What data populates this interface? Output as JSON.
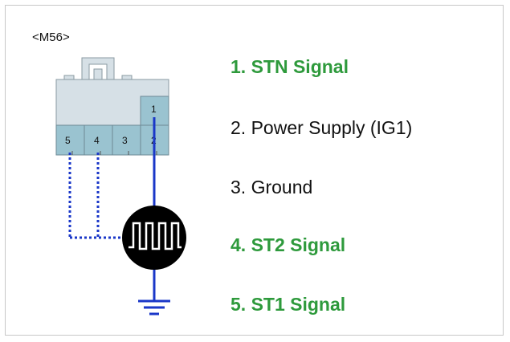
{
  "connector": {
    "label": "<M56>",
    "pins": [
      "1",
      "2",
      "3",
      "4",
      "5"
    ]
  },
  "pin_list": [
    {
      "text": "1. STN Signal",
      "highlighted": true
    },
    {
      "text": "2. Power Supply (IG1)",
      "highlighted": false
    },
    {
      "text": "3. Ground",
      "highlighted": false
    },
    {
      "text": "4. ST2 Signal",
      "highlighted": true
    },
    {
      "text": "5. ST1 Signal",
      "highlighted": true
    }
  ],
  "colors": {
    "highlight_text": "#2e9a3c",
    "wire": "#1a37c8",
    "connector_top": "#d6e0e6",
    "connector_pins": "#9ac3d0",
    "sensor_body": "#000000"
  },
  "icons": {
    "sensor": "square-wave-signal-icon",
    "ground": "ground-symbol-icon"
  }
}
